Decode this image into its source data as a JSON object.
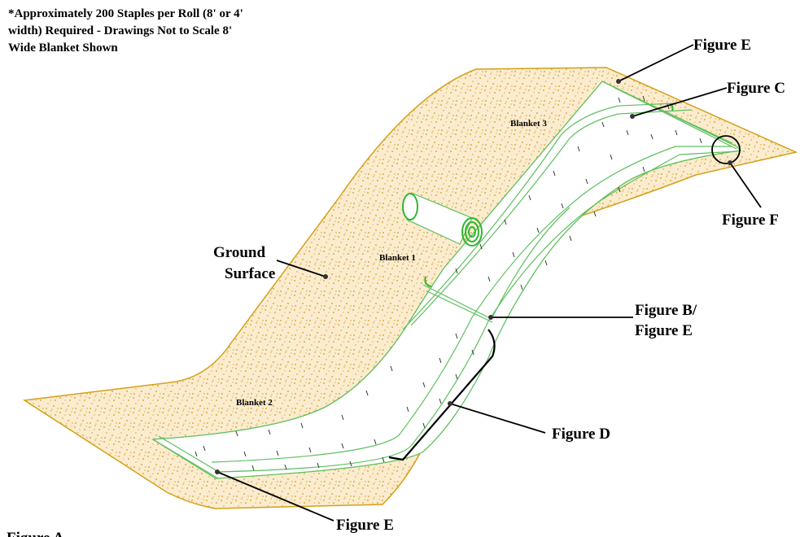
{
  "note": "*Approximately 200 Staples per Roll (8' or 4' width) Required - Drawings Not to Scale 8' Wide Blanket Shown",
  "labels": {
    "figure_e_top": "Figure E",
    "figure_c": "Figure C",
    "figure_f": "Figure F",
    "ground_line1": "Ground",
    "ground_line2": "Surface",
    "figure_b_line1": "Figure B/",
    "figure_b_line2": "Figure E",
    "figure_d": "Figure D",
    "figure_e_bottom": "Figure E",
    "figure_a": "Figure A"
  },
  "blankets": {
    "blanket1": "Blanket 1",
    "blanket2": "Blanket 2",
    "blanket3": "Blanket 3"
  },
  "colors": {
    "ground_fill": "#fbeccf",
    "ground_edge": "#d4a017",
    "speckle": "#d29a1a",
    "blanket_edge": "#5fbf5f",
    "roll_green": "#2fb52f",
    "staple": "#333333"
  }
}
